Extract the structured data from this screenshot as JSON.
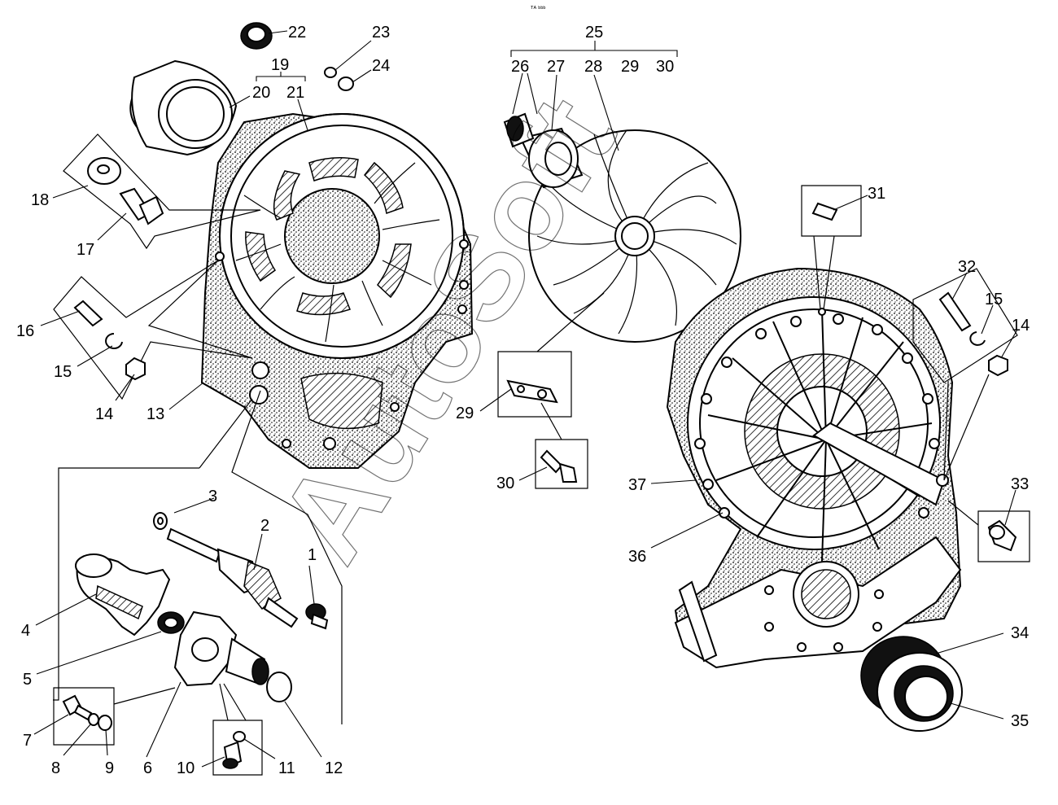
{
  "header": {
    "caption": "ᵀᴬ ᵇᵇᵇ"
  },
  "watermark": {
    "text": "AutoSoft"
  },
  "callouts": [
    {
      "id": "c1",
      "text": "1"
    },
    {
      "id": "c2",
      "text": "2"
    },
    {
      "id": "c3",
      "text": "3"
    },
    {
      "id": "c4",
      "text": "4"
    },
    {
      "id": "c5",
      "text": "5"
    },
    {
      "id": "c6",
      "text": "6"
    },
    {
      "id": "c7",
      "text": "7"
    },
    {
      "id": "c8",
      "text": "8"
    },
    {
      "id": "c9",
      "text": "9"
    },
    {
      "id": "c10",
      "text": "10"
    },
    {
      "id": "c11",
      "text": "11"
    },
    {
      "id": "c12",
      "text": "12"
    },
    {
      "id": "c13",
      "text": "13"
    },
    {
      "id": "c14",
      "text": "14"
    },
    {
      "id": "c15",
      "text": "15"
    },
    {
      "id": "c16",
      "text": "16"
    },
    {
      "id": "c17",
      "text": "17"
    },
    {
      "id": "c18",
      "text": "18"
    },
    {
      "id": "c19",
      "text": "19"
    },
    {
      "id": "c20",
      "text": "20"
    },
    {
      "id": "c21",
      "text": "21"
    },
    {
      "id": "c22",
      "text": "22"
    },
    {
      "id": "c23",
      "text": "23"
    },
    {
      "id": "c24",
      "text": "24"
    },
    {
      "id": "c25",
      "text": "25"
    },
    {
      "id": "c26",
      "text": "26"
    },
    {
      "id": "c27",
      "text": "27"
    },
    {
      "id": "c28",
      "text": "28"
    },
    {
      "id": "c29",
      "text": "29"
    },
    {
      "id": "c30",
      "text": "30"
    },
    {
      "id": "c14b",
      "text": "14"
    },
    {
      "id": "c15b",
      "text": "15"
    },
    {
      "id": "c29b",
      "text": "29"
    },
    {
      "id": "c30b",
      "text": "30"
    },
    {
      "id": "c31",
      "text": "31"
    },
    {
      "id": "c32",
      "text": "32"
    },
    {
      "id": "c33",
      "text": "33"
    },
    {
      "id": "c34",
      "text": "34"
    },
    {
      "id": "c35",
      "text": "35"
    },
    {
      "id": "c36",
      "text": "36"
    },
    {
      "id": "c37",
      "text": "37"
    }
  ]
}
